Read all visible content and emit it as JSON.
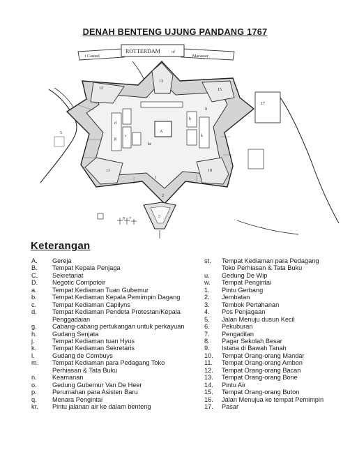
{
  "title": "DENAH BENTENG UJUNG PANDANG 1767",
  "banner": {
    "left": "t Casteel",
    "center": "ROTTERDAM",
    "of": "of",
    "right": "Macassar"
  },
  "map_labels": {
    "a": "A",
    "n11": "11",
    "n12": "12",
    "n13": "13",
    "n15": "15",
    "n17": "17",
    "n10": "10",
    "n9": "9",
    "n3": "3",
    "n2": "2",
    "kr": "kr",
    "p": "p",
    "r": "r",
    "n1": "1",
    "d": "d",
    "c": "c",
    "g": "g",
    "b": "b",
    "k": "k",
    "n5": "5"
  },
  "keterangan_title": "Keterangan",
  "legend_left": [
    {
      "k": "A.",
      "v": "Gereja"
    },
    {
      "k": "B.",
      "v": "Tempat Kepala Penjaga"
    },
    {
      "k": "C.",
      "v": "Sekretariat"
    },
    {
      "k": "D.",
      "v": "Negotic Compotoir"
    },
    {
      "k": "a.",
      "v": "Tempat Kediaman Tuan Gubemur"
    },
    {
      "k": "b.",
      "v": "Tempat Kediaman Kepala Pemimpin Dagang"
    },
    {
      "k": "c.",
      "v": "Tempat Kediaman Capilyns"
    },
    {
      "k": "d.",
      "v": "Tempat Kediaman Pendeta Protestan/Kepala"
    },
    {
      "k": "",
      "v": "Penggadaian"
    },
    {
      "k": "g.",
      "v": "Cabang-cabang pertukangan untuk perkayuan"
    },
    {
      "k": "h.",
      "v": "Gudang Senjata"
    },
    {
      "k": "j.",
      "v": "Tempat Kediaman tuan Hyus"
    },
    {
      "k": "k.",
      "v": "Tempat Kediaman Sekretaris"
    },
    {
      "k": "l.",
      "v": "Gudang de Combuys"
    },
    {
      "k": "m.",
      "v": "Tempat Kediaman para Pedagang Toko"
    },
    {
      "k": "",
      "v": "Perhiasan & Tata Buku"
    },
    {
      "k": "n.",
      "v": "Keamanan"
    },
    {
      "k": "o.",
      "v": "Gedung Gubemur Van De Heer"
    },
    {
      "k": "p.",
      "v": "Perumahan para Asisten Baru"
    },
    {
      "k": "q.",
      "v": "Menara Pengintai"
    },
    {
      "k": "kr.",
      "v": "Pintu jalanan air ke dalam benteng"
    }
  ],
  "legend_right": [
    {
      "k": "st.",
      "v": "Tempat Kediaman para Pedagang"
    },
    {
      "k": "",
      "v": "Toko Perhiasan & Tata Buku"
    },
    {
      "k": "u.",
      "v": "Gedung De Wip"
    },
    {
      "k": "w.",
      "v": "Tempat Pengintai"
    },
    {
      "k": "1.",
      "v": "Pintu Gerbang"
    },
    {
      "k": "2.",
      "v": "Jembatan"
    },
    {
      "k": "3.",
      "v": "Tembok Pertahanan"
    },
    {
      "k": "4.",
      "v": "Pos Penjagaan"
    },
    {
      "k": "5.",
      "v": "Jalan Menuju dusun Kecil"
    },
    {
      "k": "6.",
      "v": "Pekuburan"
    },
    {
      "k": "7.",
      "v": "Pengadilan"
    },
    {
      "k": "8.",
      "v": "Pagar Sekolah Besar"
    },
    {
      "k": "9.",
      "v": "Istana di Bawah Tanah"
    },
    {
      "k": "10.",
      "v": "Tempat Orang-orang Mandar"
    },
    {
      "k": "11.",
      "v": "Tempat Orang-orang Ambon"
    },
    {
      "k": "12.",
      "v": "Tempat Orang-orang Bacan"
    },
    {
      "k": "13.",
      "v": "Tempat Orang-orang Bone"
    },
    {
      "k": "14.",
      "v": "Pintu Air"
    },
    {
      "k": "15.",
      "v": "Tempat Orang-orang Buton"
    },
    {
      "k": "16.",
      "v": "Jalan Menujua ke tempat Pemimpin"
    },
    {
      "k": "17.",
      "v": "Pasar"
    }
  ]
}
